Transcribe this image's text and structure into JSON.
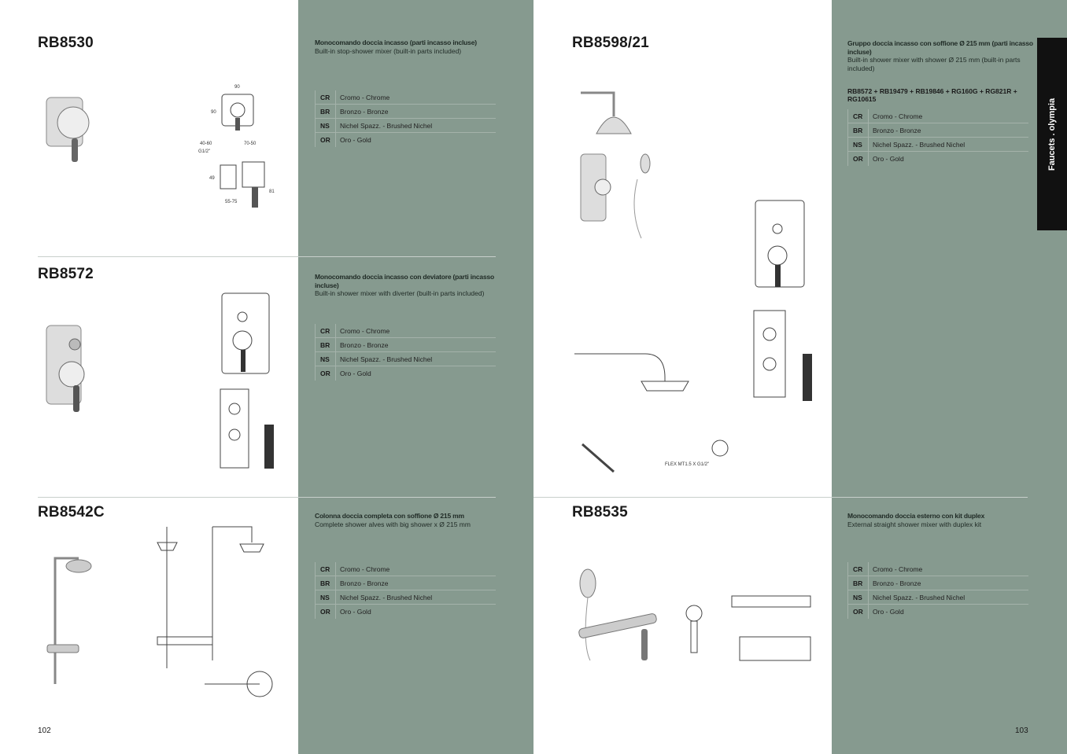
{
  "pages": {
    "left_number": "102",
    "right_number": "103"
  },
  "side_tab": "Faucets . olympia",
  "finishes": [
    {
      "code": "CR",
      "label": "Cromo - Chrome"
    },
    {
      "code": "BR",
      "label": "Bronzo - Bronze"
    },
    {
      "code": "NS",
      "label": "Nichel Spazz. - Brushed  Nichel"
    },
    {
      "code": "OR",
      "label": "Oro - Gold"
    }
  ],
  "products": [
    {
      "code": "RB8530",
      "title_it": "Monocomando doccia incasso (parti incasso incluse)",
      "title_en": "Built-in stop-shower mixer (built-in parts included)",
      "dimensions": [
        "90",
        "90",
        "40-60",
        "G1/2\"",
        "70-50",
        "49",
        "81",
        "55-75"
      ]
    },
    {
      "code": "RB8572",
      "title_it": "Monocomando doccia incasso con deviatore (parti incasso incluse)",
      "title_en": "Built-in shower mixer with diverter (built-in parts included)"
    },
    {
      "code": "RB8542C",
      "title_it": "Colonna doccia completa con soffione Ø 215 mm",
      "title_en": "Complete shower alves with big shower x Ø 215 mm"
    },
    {
      "code": "RB8598/21",
      "title_it": "Gruppo doccia incasso con soffione Ø 215 mm (parti incasso incluse)",
      "title_en": "Built-in shower mixer with shower Ø 215 mm (built-in parts included)",
      "composition": "RB8572 + RB19479 + RB19846 + RG160G + RG821R + RG10615",
      "drawing_label": "FLEX MT1.5 X G1/2\""
    },
    {
      "code": "RB8535",
      "title_it": "Monocomando doccia esterno con kit duplex",
      "title_en": "External straight shower mixer with duplex kit"
    }
  ],
  "colors": {
    "panel": "#869a8f",
    "tab": "#111111"
  }
}
